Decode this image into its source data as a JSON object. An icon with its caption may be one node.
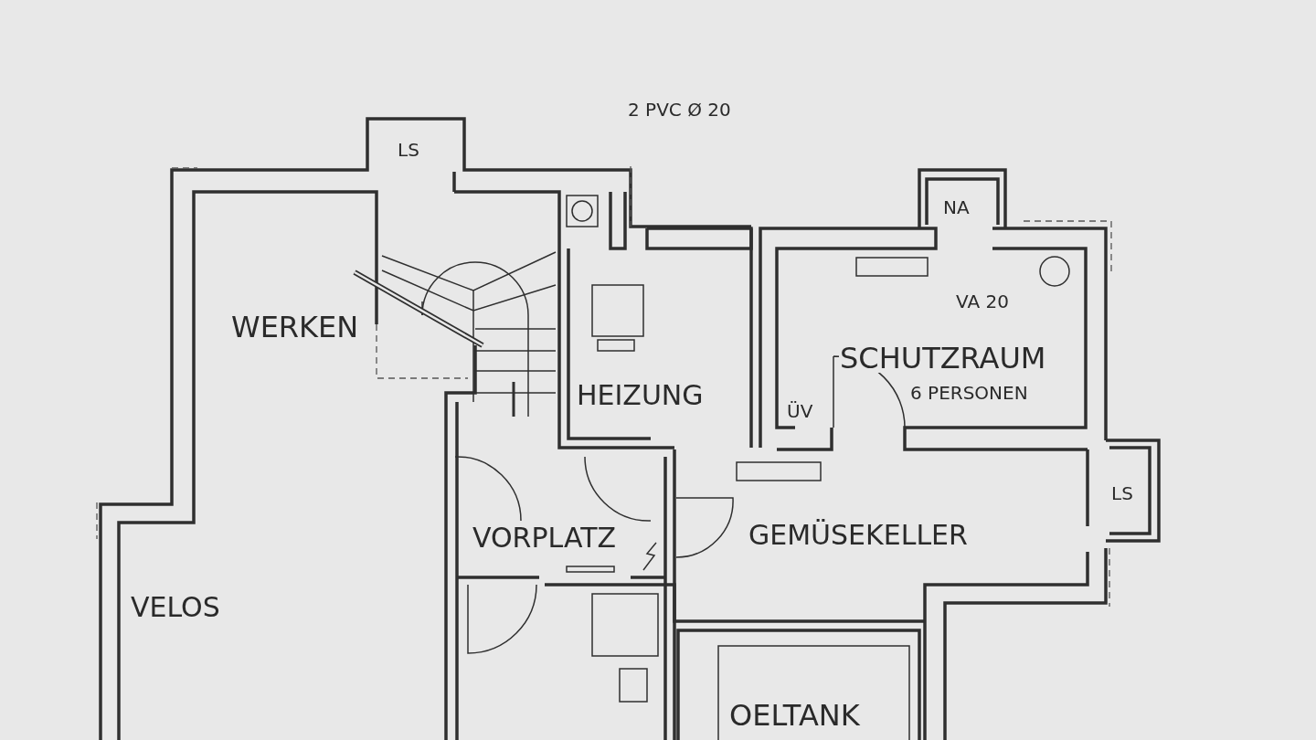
{
  "diagram": {
    "labels": [
      "2 PVC Ø 20",
      "LS",
      "NA",
      "WERKEN",
      "VA 20",
      "SCHUTZRAUM",
      "6 PERSONEN",
      "HEIZUNG",
      "ÜV",
      "LS",
      "VORPLATZ",
      "GEMÜSEKELLER",
      "VELOS",
      "OELTANK"
    ]
  }
}
